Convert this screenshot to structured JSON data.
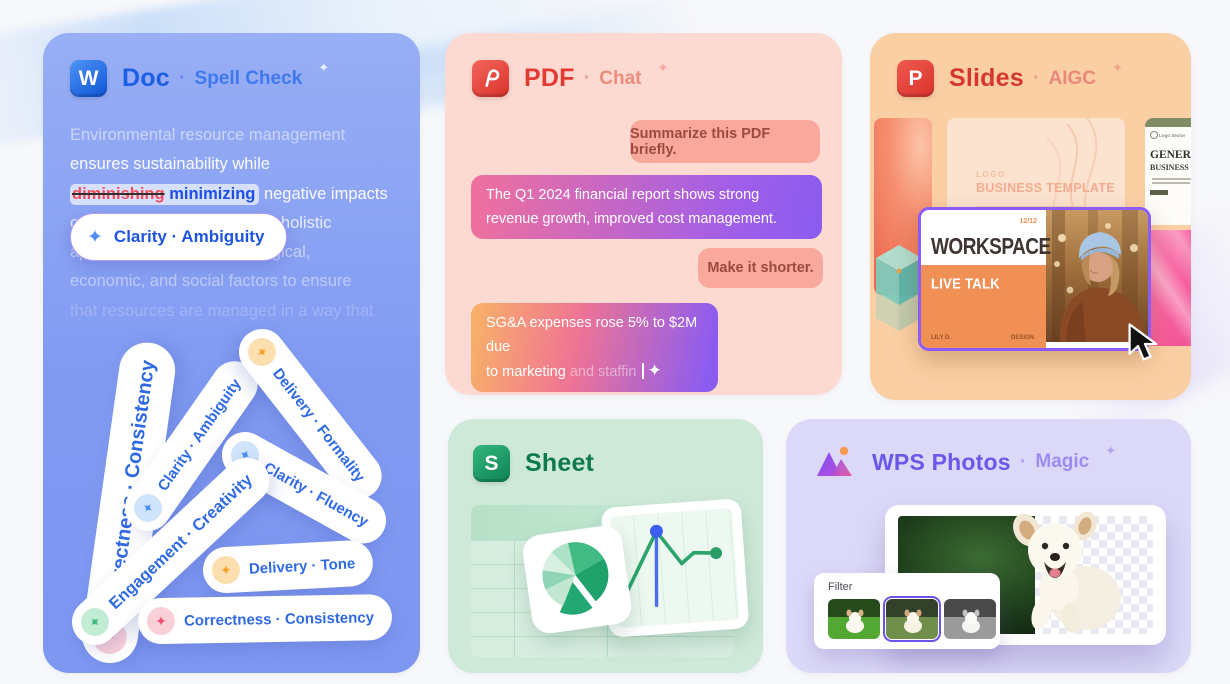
{
  "icons": {
    "sparkle": "✦"
  },
  "doc": {
    "icon": "W",
    "title": "Doc",
    "dot": "·",
    "subtitle": "Spell Check",
    "accent": "#1b5fe6",
    "lines": {
      "l1": "Environmental resource management",
      "l2": "ensures sustainability while",
      "deleted": "diminishing",
      "replacement": "minimizing",
      "l3_rest": " negative impacts",
      "l4": "on ecosystems. It involves a holistic",
      "l5": "approach considering ecological,",
      "l6": "economic, and social factors to ensure",
      "l7": "that resources are managed in a way that"
    },
    "suggestion": {
      "label": "Clarity · Ambiguity"
    },
    "tags": [
      {
        "label": "Correctness · Consistency",
        "color": "pink"
      },
      {
        "label": "Clarity · Ambiguity",
        "color": "blue"
      },
      {
        "label": "Delivery · Formality",
        "color": "orange"
      },
      {
        "label": "Clarity · Fluency",
        "color": "blue"
      },
      {
        "label": "Engagement · Creativity",
        "color": "green"
      },
      {
        "label": "Delivery · Tone",
        "color": "orange"
      },
      {
        "label": "Correctness · Consistency",
        "color": "pink"
      }
    ]
  },
  "pdf": {
    "title": "PDF",
    "dot": "·",
    "subtitle": "Chat",
    "accent": "#e23a31",
    "msg1": "Summarize this PDF briefly.",
    "msg2": "The Q1 2024 financial report shows strong revenue growth, improved cost management.",
    "msg3": "Make it shorter.",
    "msg4_line1": "SG&A expenses rose 5% to $2M due",
    "msg4_line2": "to marketing ",
    "msg4_faded": "and staffin"
  },
  "slides": {
    "title": "Slides",
    "dot": "·",
    "subtitle": "AIGC",
    "accent": "#d5372c",
    "template_logo": "LOGO",
    "template_title": "BUSINESS TEMPLATE",
    "doc_brand": "Logo Sector",
    "doc_title1": "GENERAL",
    "doc_title2": "BUSINESS P",
    "slide": {
      "page": "12/12",
      "title": "WORKSPACE",
      "subtitle": "LIVE TALK",
      "author": "LILY D.",
      "category": "DESIGN"
    }
  },
  "sheet": {
    "icon": "S",
    "title": "Sheet",
    "accent": "#0e7a4c"
  },
  "photos": {
    "title": "WPS Photos",
    "dot": "·",
    "subtitle": "Magic",
    "accent": "#6b57e9",
    "filter_label": "Filter"
  }
}
